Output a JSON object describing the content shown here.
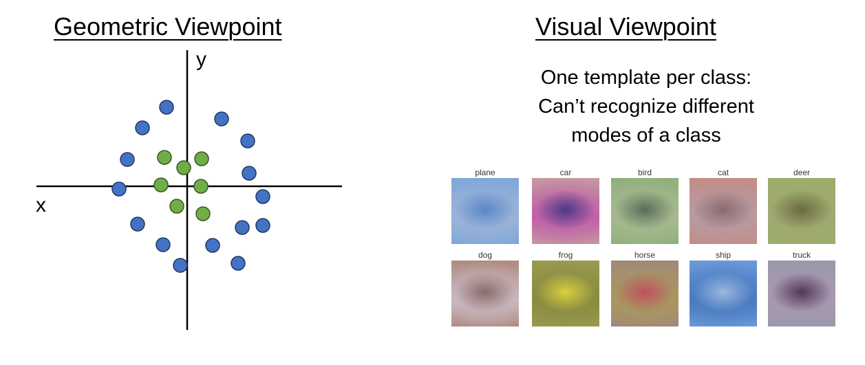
{
  "geometric": {
    "title": "Geometric Viewpoint",
    "x_label": "x",
    "y_label": "y",
    "colors": {
      "outer": "#4472c4",
      "inner": "#70ad47",
      "outline": "#1f3864",
      "inner_outline": "#375623"
    },
    "outer_points": [
      [
        -0.3,
        1.15
      ],
      [
        -0.65,
        0.85
      ],
      [
        0.5,
        0.98
      ],
      [
        0.88,
        0.66
      ],
      [
        -0.87,
        0.39
      ],
      [
        0.9,
        0.19
      ],
      [
        -0.99,
        -0.04
      ],
      [
        1.1,
        -0.15
      ],
      [
        -0.72,
        -0.55
      ],
      [
        0.8,
        -0.6
      ],
      [
        1.1,
        -0.57
      ],
      [
        -0.35,
        -0.85
      ],
      [
        0.37,
        -0.86
      ],
      [
        -0.1,
        -1.15
      ],
      [
        0.74,
        -1.12
      ]
    ],
    "inner_points": [
      [
        -0.33,
        0.42
      ],
      [
        0.21,
        0.4
      ],
      [
        -0.05,
        0.27
      ],
      [
        -0.38,
        0.02
      ],
      [
        0.2,
        0.0
      ],
      [
        -0.15,
        -0.29
      ],
      [
        0.23,
        -0.4
      ]
    ]
  },
  "visual": {
    "title": "Visual Viewpoint",
    "subtitle": [
      "One template per class:",
      "Can’t recognize different",
      "modes of a class"
    ],
    "templates": [
      {
        "label": "plane",
        "colors": [
          "#7fa6d9",
          "#5a86c8",
          "#9bb3d8"
        ]
      },
      {
        "label": "car",
        "colors": [
          "#c39aa0",
          "#4a3a8a",
          "#c260a8"
        ]
      },
      {
        "label": "bird",
        "colors": [
          "#8fb07a",
          "#557058",
          "#a7b890"
        ]
      },
      {
        "label": "cat",
        "colors": [
          "#c28c86",
          "#8a6a70",
          "#b89aa0"
        ]
      },
      {
        "label": "deer",
        "colors": [
          "#9aae68",
          "#6a6a40",
          "#a0a870"
        ]
      },
      {
        "label": "dog",
        "colors": [
          "#b08a80",
          "#8a6a68",
          "#c8b8c0"
        ]
      },
      {
        "label": "frog",
        "colors": [
          "#9a9a50",
          "#d8d040",
          "#8a8a40"
        ]
      },
      {
        "label": "horse",
        "colors": [
          "#a08878",
          "#c05060",
          "#a89860"
        ]
      },
      {
        "label": "ship",
        "colors": [
          "#6a9ad8",
          "#9ab8e0",
          "#4a7ac0"
        ]
      },
      {
        "label": "truck",
        "colors": [
          "#9a98a8",
          "#503858",
          "#a898b0"
        ]
      }
    ]
  }
}
